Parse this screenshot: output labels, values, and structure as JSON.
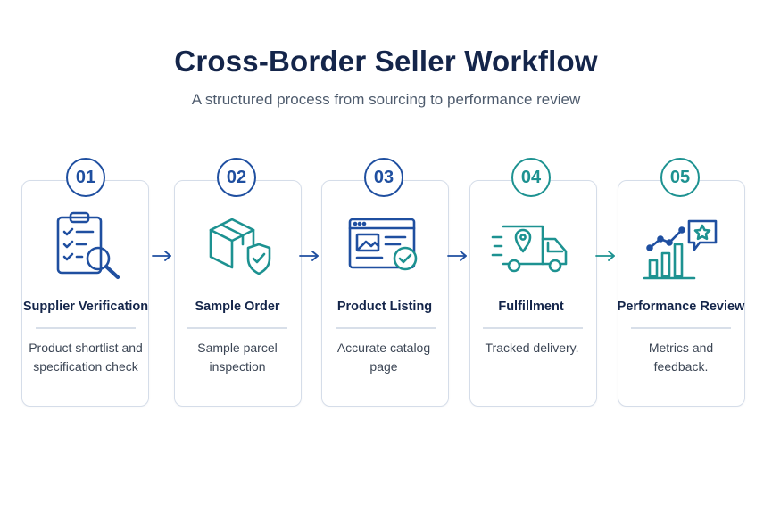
{
  "header": {
    "title": "Cross-Border Seller Workflow",
    "subtitle": "A structured process from sourcing to performance review"
  },
  "steps": [
    {
      "number": "01",
      "title": "Supplier Verification",
      "description": "Product shortlist and specification check",
      "icon": "clipboard-magnifier-icon"
    },
    {
      "number": "02",
      "title": "Sample Order",
      "description": "Sample parcel inspection",
      "icon": "package-shield-icon"
    },
    {
      "number": "03",
      "title": "Product Listing",
      "description": "Accurate catalog page",
      "icon": "webpage-checkmark-icon"
    },
    {
      "number": "04",
      "title": "Fulfillment",
      "description": "Tracked delivery.",
      "icon": "delivery-truck-icon"
    },
    {
      "number": "05",
      "title": "Performance Review",
      "description": "Metrics and feedback.",
      "icon": "growth-chart-star-icon"
    }
  ],
  "colors": {
    "navy": "#14254a",
    "blue": "#1f4fa0",
    "teal": "#1d9291",
    "border": "#d5dde9"
  }
}
